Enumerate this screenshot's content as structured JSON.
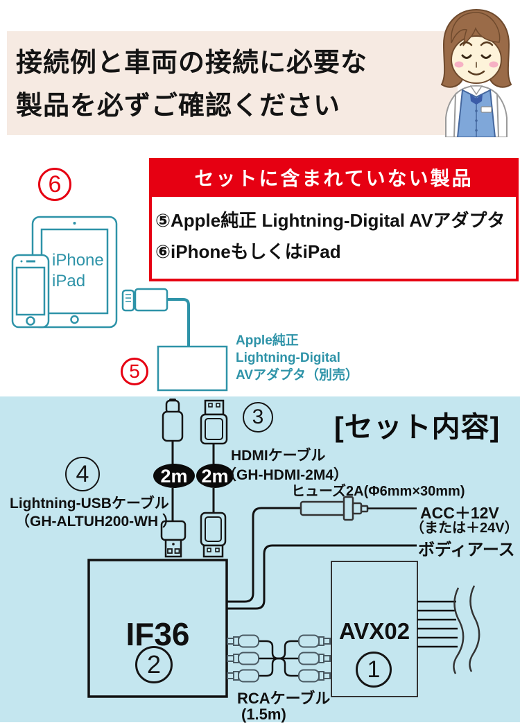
{
  "banner": {
    "line1": "接続例と車両の接続に必要な",
    "line2": "製品を必ずご確認ください"
  },
  "excluded_box": {
    "header": "セットに含まれていない製品",
    "items": [
      "⑤Apple純正 Lightning-Digital AVアダプタ",
      "⑥iPhoneもしくはiPad"
    ]
  },
  "devices": {
    "num6": "6",
    "num5": "5",
    "iphone_label": "iPhone",
    "ipad_label": "iPad",
    "adapter_caption": {
      "line1": "Apple純正",
      "line2": "Lightning-Digital",
      "line3": "AVアダプタ（別売）"
    }
  },
  "set_contents": {
    "title": "[セット内容]",
    "num3": "3",
    "hdmi_label": "HDMIケーブル",
    "hdmi_model": "（GH-HDMI-2M4）",
    "num4": "4",
    "lightning_label": "Lightning-USBケーブル",
    "lightning_model": "（GH-ALTUH200-WH ）",
    "length_left": "2m",
    "length_right": "2m",
    "fuse_label": "ヒューズ2A(Φ6mm×30mm)",
    "acc_label": "ACC＋12V",
    "acc_label2": "（または＋24V）",
    "ground_label": "ボディアース",
    "if36": {
      "name": "IF36",
      "num": "2"
    },
    "avx02": {
      "name": "AVX02",
      "num": "1"
    },
    "rca_label": "RCAケーブル",
    "rca_length": "(1.5m)"
  },
  "colors": {
    "accent_red": "#e60012",
    "teal": "#2e93a8",
    "banner_bg": "#f6eae2",
    "section_bg": "#c4e6ef",
    "line_black": "#151515"
  },
  "icons": [
    "support-staff-illustration",
    "ipad-illustration",
    "iphone-illustration",
    "lightning-connector-icon",
    "av-adapter-illustration",
    "usb-a-connector-icon",
    "hdmi-connector-icon",
    "fuse-icon",
    "rca-plug-icon",
    "wire-break-squiggle-icon"
  ]
}
